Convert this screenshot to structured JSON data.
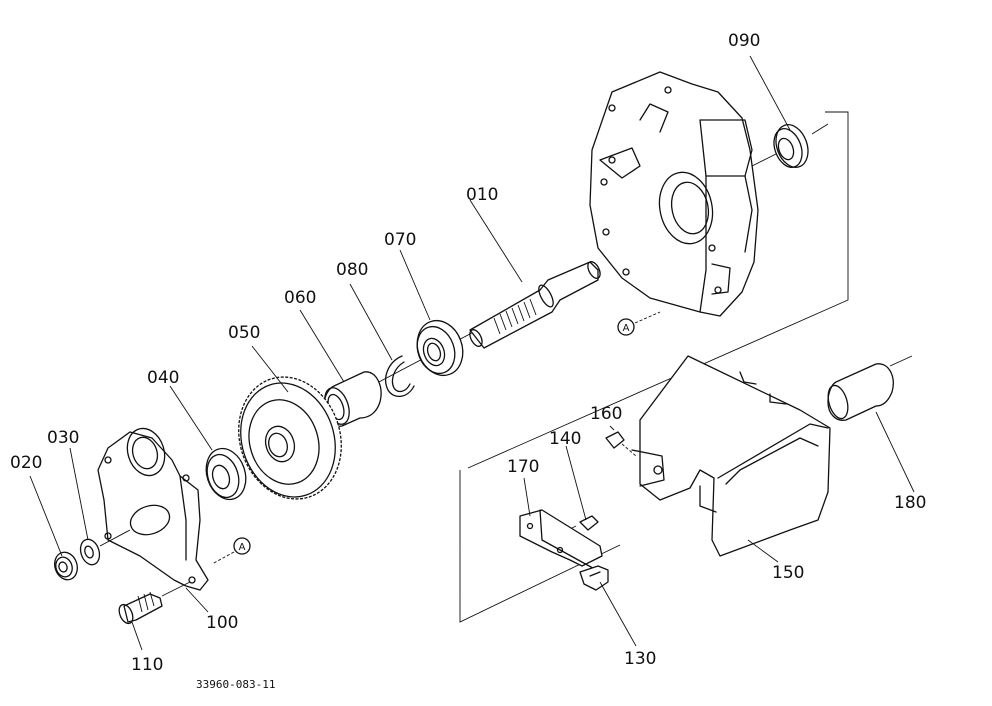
{
  "drawing_number": "33960-083-11",
  "callout": "A",
  "parts": [
    {
      "id": "p010",
      "label": "010"
    },
    {
      "id": "p020",
      "label": "020"
    },
    {
      "id": "p030",
      "label": "030"
    },
    {
      "id": "p040",
      "label": "040"
    },
    {
      "id": "p050",
      "label": "050"
    },
    {
      "id": "p060",
      "label": "060"
    },
    {
      "id": "p070",
      "label": "070"
    },
    {
      "id": "p080",
      "label": "080"
    },
    {
      "id": "p090",
      "label": "090"
    },
    {
      "id": "p100",
      "label": "100"
    },
    {
      "id": "p110",
      "label": "110"
    },
    {
      "id": "p130",
      "label": "130"
    },
    {
      "id": "p140",
      "label": "140"
    },
    {
      "id": "p150",
      "label": "150"
    },
    {
      "id": "p160",
      "label": "160"
    },
    {
      "id": "p170",
      "label": "170"
    },
    {
      "id": "p180",
      "label": "180"
    }
  ]
}
